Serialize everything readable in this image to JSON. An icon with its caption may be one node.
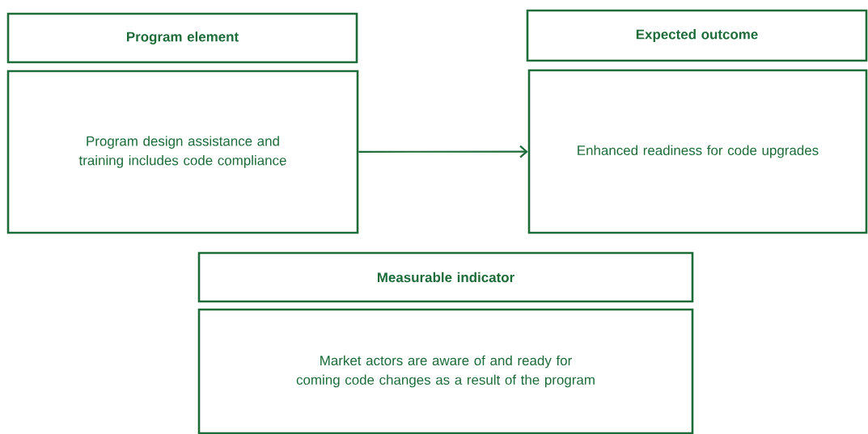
{
  "diagram": {
    "nodes": [
      {
        "text": [
          "Program element"
        ]
      },
      {
        "text": [
          "Program design assistance and training includes code compliance"
        ]
      },
      {
        "text": [
          "Expected outcome"
        ]
      },
      {
        "text": [
          "Enhanced readiness for code upgrades"
        ]
      },
      {
        "text": [
          "Measurable indicator"
        ]
      },
      {
        "text": [
          "Market actors are aware of and ready for coming code changes as a result of the program"
        ]
      }
    ],
    "edges": [
      {
        "from": 1,
        "to": 3,
        "arrow": "to"
      }
    ]
  }
}
